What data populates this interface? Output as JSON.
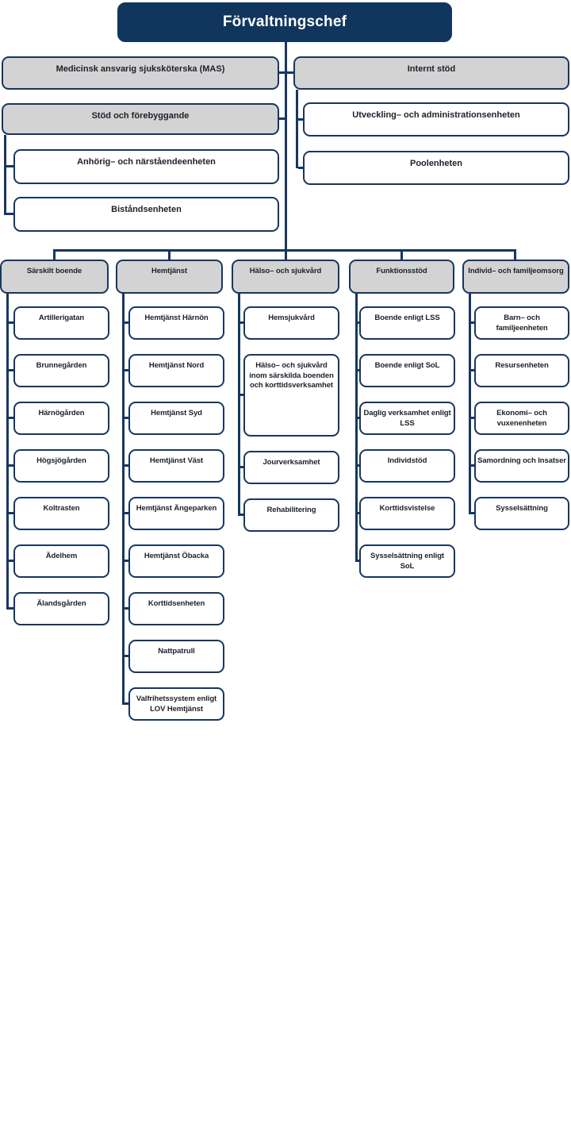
{
  "title": "Förvaltningschef",
  "staff": {
    "mas": {
      "label": "Medicinsk ansvarig sjuksköterska (MAS)"
    },
    "stod_och_forebyggande": {
      "label": "Stöd och förebyggande",
      "children": [
        "Anhörig– och närståendeenheten",
        "Biståndsenheten"
      ]
    },
    "internt_stod": {
      "label": "Internt stöd",
      "children": [
        "Utveckling– och administrationsenheten",
        "Poolenheten"
      ]
    }
  },
  "columns": [
    {
      "header": "Särskilt boende",
      "children": [
        "Artillerigatan",
        "Brunnegården",
        "Härnögården",
        "Högsjögården",
        "Koltrasten",
        "Ädelhem",
        "Älandsgården"
      ]
    },
    {
      "header": "Hemtjänst",
      "children": [
        "Hemtjänst Härnön",
        "Hemtjänst Nord",
        "Hemtjänst Syd",
        "Hemtjänst Väst",
        "Hemtjänst Ängeparken",
        "Hemtjänst Öbacka",
        "Korttidsenheten",
        "Nattpatrull",
        "Valfrihetssystem enligt LOV Hemtjänst"
      ]
    },
    {
      "header": "Hälso– och sjukvård",
      "children": [
        "Hemsjukvård",
        "Hälso– och sjukvård inom särskilda boenden och korttidsverksamhet",
        "Jourverksamhet",
        "Rehabilitering"
      ]
    },
    {
      "header": "Funktionsstöd",
      "children": [
        "Boende enligt LSS",
        "Boende enligt SoL",
        "Daglig verksamhet enligt LSS",
        "Individstöd",
        "Korttidsvistelse",
        "Sysselsättning enligt SoL"
      ]
    },
    {
      "header": "Individ– och familjeomsorg",
      "children": [
        "Barn– och familjeenheten",
        "Resursenheten",
        "Ekonomi– och vuxenenheten",
        "Samordning och Insatser",
        "Sysselsättning"
      ]
    }
  ],
  "colors": {
    "navy": "#11365E",
    "line": "#17375F",
    "gray": "#D3D3D4",
    "text": "#1C2029"
  }
}
